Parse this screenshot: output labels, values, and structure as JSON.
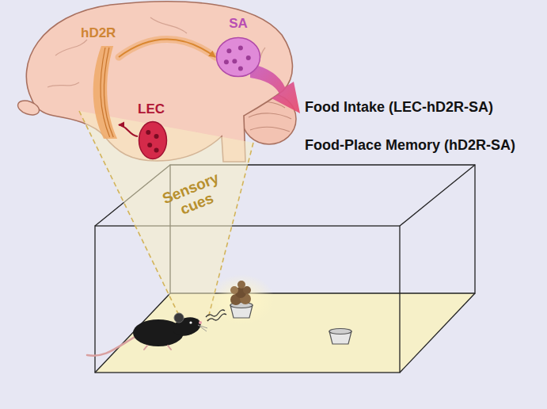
{
  "diagram": {
    "nodes": [
      {
        "text": [
          "hD2R"
        ]
      },
      {
        "text": [
          "SA"
        ]
      },
      {
        "text": [
          "LEC"
        ]
      }
    ],
    "edges": [
      {
        "from": 2,
        "to": 0,
        "arrow": "to"
      },
      {
        "from": 0,
        "to": 1,
        "arrow": "to"
      }
    ],
    "labels": [
      "Food Intake (LEC-hD2R-SA)",
      "Food-Place Memory (hD2R-SA)",
      "Sensory cues"
    ]
  }
}
